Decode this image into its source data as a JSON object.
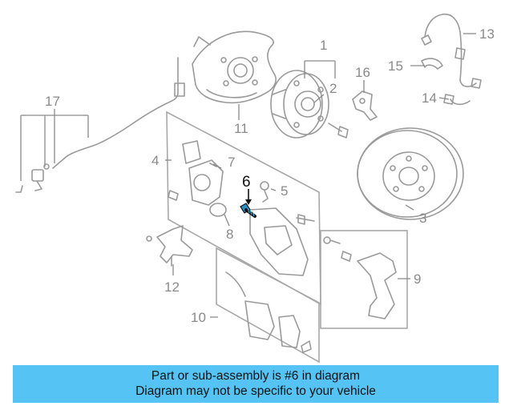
{
  "diagram": {
    "highlight_color": "#111111",
    "part_color": "#9a9a9a",
    "callouts": {
      "c1": "1",
      "c2": "2",
      "c3": "3",
      "c4": "4",
      "c5": "5",
      "c6": "6",
      "c7": "7",
      "c8": "8",
      "c9": "9",
      "c10": "10",
      "c11": "11",
      "c12": "12",
      "c13": "13",
      "c14": "14",
      "c15": "15",
      "c16": "16",
      "c17": "17"
    }
  },
  "banner": {
    "line1": "Part or sub-assembly is #6 in diagram",
    "line2": "Diagram may not be specific to your vehicle",
    "color": "#55c3f3"
  }
}
